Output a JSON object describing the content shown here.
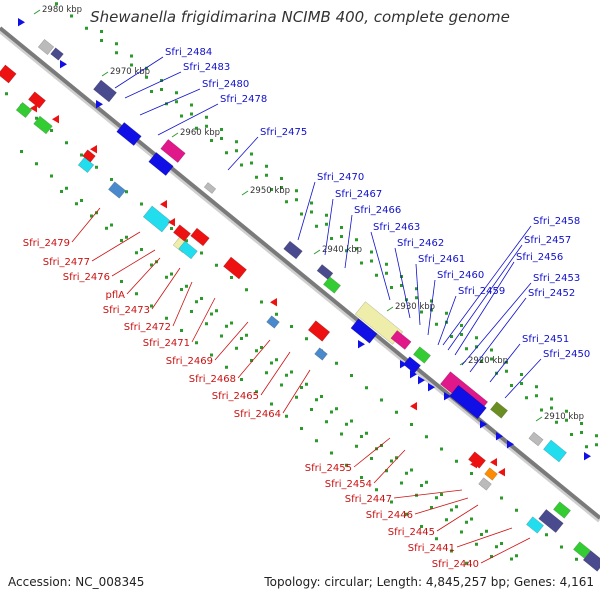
{
  "title": "Shewanella frigidimarina NCIMB 400, complete genome",
  "footer": {
    "accession": "Accession: NC_008345",
    "summary": "Topology: circular; Length: 4,845,257 bp; Genes: 4,161"
  },
  "colors": {
    "backbone": "#7a7a7a",
    "forward_label": "#1010cc",
    "reverse_label": "#cc1010",
    "tick": "#2a9a2a",
    "blue": "#1010e6",
    "red": "#ee1111",
    "navy": "#4a4a8e",
    "magenta": "#e0188a",
    "cyan": "#22ddee",
    "green": "#33cc33",
    "khaki": "#eeeeaa",
    "gray": "#bbbbbb",
    "steel": "#4a8acc",
    "olive": "#6b8e23",
    "orange": "#ff8c00"
  },
  "kbp_labels": [
    "2980 kbp",
    "2970 kbp",
    "2960 kbp",
    "2950 kbp",
    "2940 kbp",
    "2930 kbp",
    "2920 kbp",
    "2910 kbp"
  ],
  "forward_labels": [
    "Sfri_2484",
    "Sfri_2483",
    "Sfri_2480",
    "Sfri_2478",
    "Sfri_2475",
    "Sfri_2470",
    "Sfri_2467",
    "Sfri_2466",
    "Sfri_2463",
    "Sfri_2462",
    "Sfri_2461",
    "Sfri_2460",
    "Sfri_2459",
    "Sfri_2458",
    "Sfri_2457",
    "Sfri_2456",
    "Sfri_2453",
    "Sfri_2452",
    "Sfri_2451",
    "Sfri_2450"
  ],
  "reverse_labels": [
    "Sfri_2479",
    "Sfri_2477",
    "Sfri_2476",
    "pflA",
    "Sfri_2473",
    "Sfri_2472",
    "Sfri_2471",
    "Sfri_2469",
    "Sfri_2468",
    "Sfri_2465",
    "Sfri_2464",
    "Sfri_2455",
    "Sfri_2454",
    "Sfri_2447",
    "Sfri_2446",
    "Sfri_2445",
    "Sfri_2441",
    "Sfri_2440"
  ]
}
